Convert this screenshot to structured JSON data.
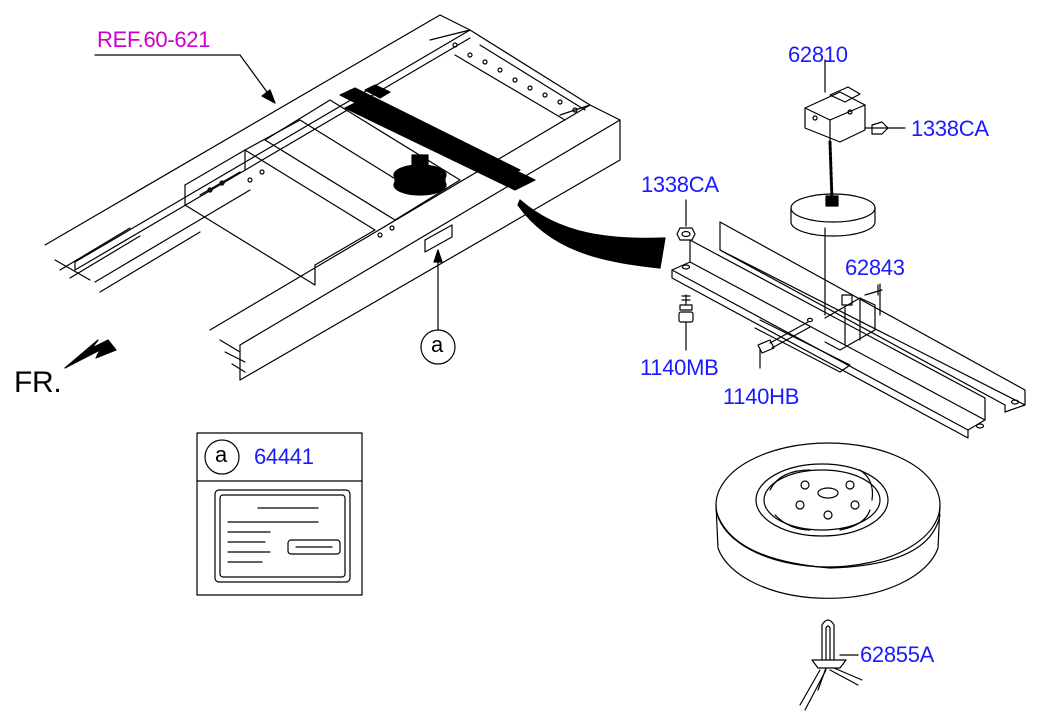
{
  "labels": {
    "ref": "REF.60-621",
    "fr": "FR.",
    "p62810": "62810",
    "p1338ca_right": "1338CA",
    "p1338ca_left": "1338CA",
    "p62843": "62843",
    "p1140mb": "1140MB",
    "p1140hb": "1140HB",
    "p64441": "64441",
    "p62855a": "62855A",
    "callout_a": "a",
    "callout_a_box": "a"
  },
  "colors": {
    "part_number": "#1a1aff",
    "reference": "#cc00cc",
    "line": "#000000"
  }
}
